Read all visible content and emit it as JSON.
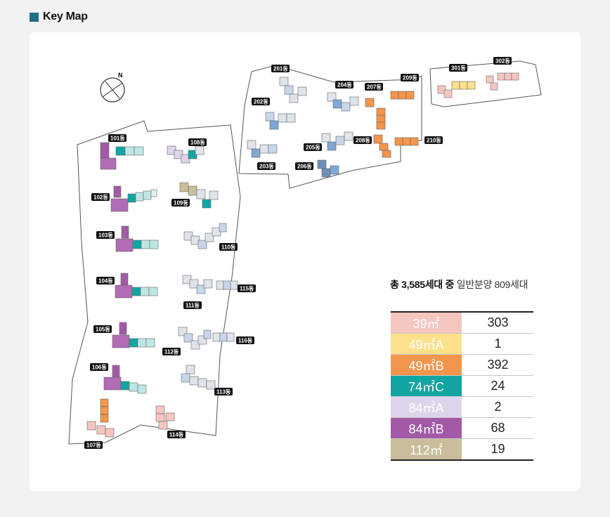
{
  "header": {
    "title": "Key Map"
  },
  "compass": {
    "label": "N"
  },
  "buildings": {
    "b101": "101동",
    "b102": "102동",
    "b103": "103동",
    "b104": "104동",
    "b105": "105동",
    "b106": "106동",
    "b107": "107동",
    "b108": "108동",
    "b109": "109동",
    "b110": "110동",
    "b111": "111동",
    "b112": "112동",
    "b113": "113동",
    "b114": "114동",
    "b115": "115동",
    "b116": "116동",
    "b201": "201동",
    "b202": "202동",
    "b203": "203동",
    "b204": "204동",
    "b205": "205동",
    "b206": "206동",
    "b207": "207동",
    "b208": "208동",
    "b209": "209동",
    "b210": "210동",
    "b301": "301동",
    "b302": "302동"
  },
  "summary": {
    "total": "총 3,585세대 중",
    "general": "일반분양 809세대"
  },
  "legend": [
    {
      "type": "39㎡",
      "count": "303",
      "color": "#f5c6c0"
    },
    {
      "type": "49㎡A",
      "count": "1",
      "color": "#fde08a"
    },
    {
      "type": "49㎡B",
      "count": "392",
      "color": "#f3954b"
    },
    {
      "type": "74㎡C",
      "count": "24",
      "color": "#13a5a2"
    },
    {
      "type": "84㎡A",
      "count": "2",
      "color": "#ddd3ea"
    },
    {
      "type": "84㎡B",
      "count": "68",
      "color": "#a25aa6"
    },
    {
      "type": "112㎡",
      "count": "19",
      "color": "#c9bd9b"
    }
  ],
  "palette": {
    "lightblue": "#c7d6ea",
    "blue": "#7fa8d4",
    "steel": "#6d8fb8",
    "grey": "#dfe3ea",
    "outline": "#555555",
    "label_bg": "#111111",
    "label_text": "#ffffff"
  }
}
